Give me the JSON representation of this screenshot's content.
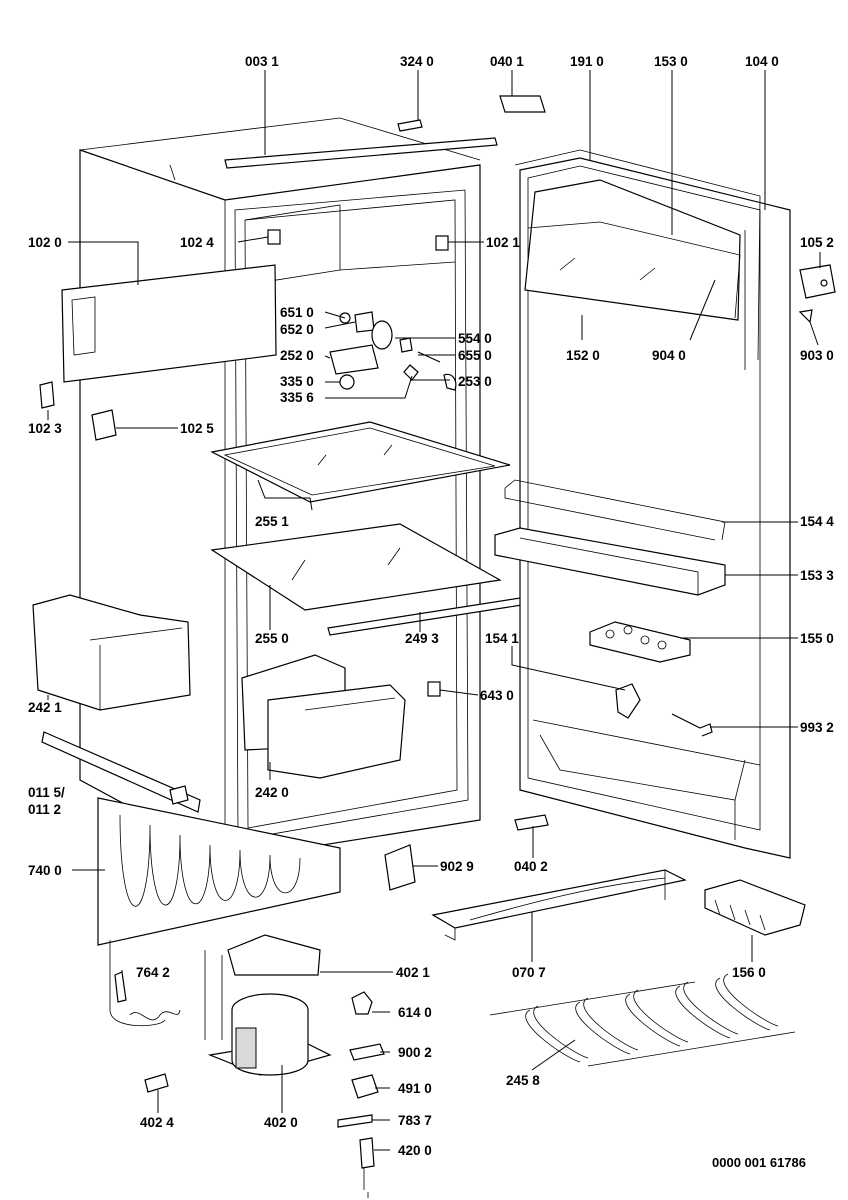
{
  "diagram": {
    "document_number": "0000 001 61786",
    "parts": [
      {
        "code": "003 1"
      },
      {
        "code": "324 0"
      },
      {
        "code": "040 1"
      },
      {
        "code": "191 0"
      },
      {
        "code": "153 0"
      },
      {
        "code": "104 0"
      },
      {
        "code": "102 0"
      },
      {
        "code": "102 4"
      },
      {
        "code": "102 1"
      },
      {
        "code": "105 2"
      },
      {
        "code": "651 0"
      },
      {
        "code": "652 0"
      },
      {
        "code": "554 0"
      },
      {
        "code": "252 0"
      },
      {
        "code": "655 0"
      },
      {
        "code": "152 0"
      },
      {
        "code": "904 0"
      },
      {
        "code": "903 0"
      },
      {
        "code": "335 0"
      },
      {
        "code": "253 0"
      },
      {
        "code": "335 6"
      },
      {
        "code": "102 3"
      },
      {
        "code": "102 5"
      },
      {
        "code": "255 1"
      },
      {
        "code": "154 4"
      },
      {
        "code": "153 3"
      },
      {
        "code": "255 0"
      },
      {
        "code": "249 3"
      },
      {
        "code": "154 1"
      },
      {
        "code": "155 0"
      },
      {
        "code": "242 1"
      },
      {
        "code": "643 0"
      },
      {
        "code": "993 2"
      },
      {
        "code": "011 5/"
      },
      {
        "code": "011 2"
      },
      {
        "code": "242 0"
      },
      {
        "code": "740 0"
      },
      {
        "code": "902 9"
      },
      {
        "code": "040 2"
      },
      {
        "code": "764 2"
      },
      {
        "code": "402 1"
      },
      {
        "code": "070 7"
      },
      {
        "code": "156 0"
      },
      {
        "code": "614 0"
      },
      {
        "code": "900 2"
      },
      {
        "code": "245 8"
      },
      {
        "code": "491 0"
      },
      {
        "code": "402 4"
      },
      {
        "code": "402 0"
      },
      {
        "code": "783 7"
      },
      {
        "code": "420 0"
      }
    ]
  }
}
